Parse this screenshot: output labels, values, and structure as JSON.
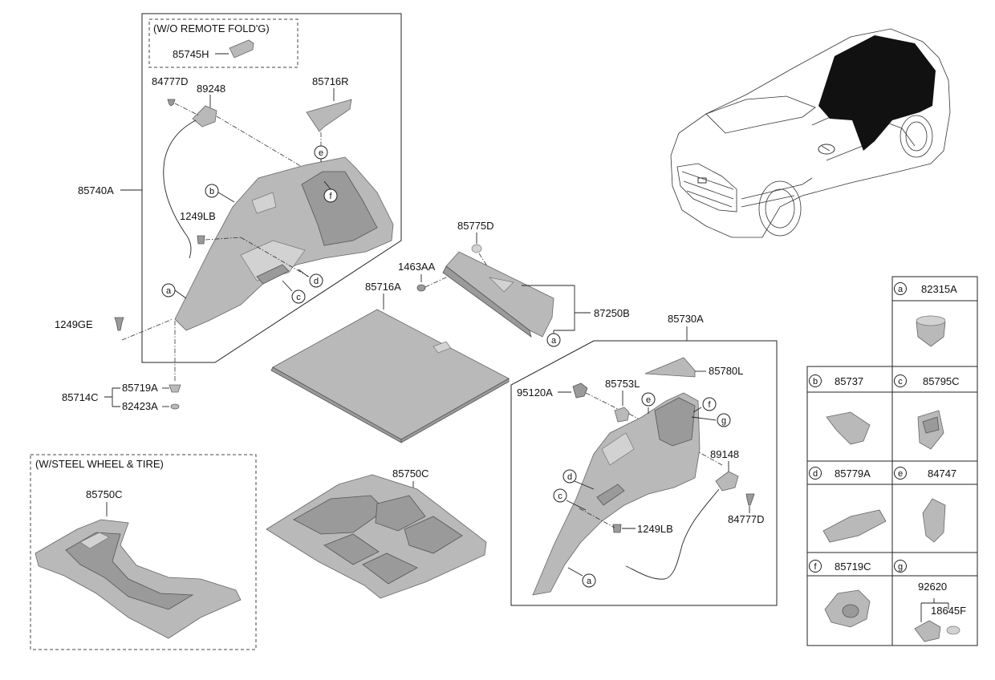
{
  "group_labels": {
    "wo_remote": "(W/O REMOTE FOLD'G)",
    "steel_wheel": "(W/STEEL WHEEL & TIRE)"
  },
  "parts": {
    "p85745H": "85745H",
    "p84777D_l": "84777D",
    "p89248": "89248",
    "p85716R": "85716R",
    "p85740A": "85740A",
    "p1249LB_l": "1249LB",
    "p1249GE": "1249GE",
    "p85714C": "85714C",
    "p85719A": "85719A",
    "p82423A": "82423A",
    "p85775D": "85775D",
    "p1463AA": "1463AA",
    "p85716A": "85716A",
    "p87250B": "87250B",
    "p85730A": "85730A",
    "p85780L": "85780L",
    "p95120A": "95120A",
    "p85753L": "85753L",
    "p89148": "89148",
    "p84777D_r": "84777D",
    "p1249LB_r": "1249LB",
    "p85750C_l": "85750C",
    "p85750C_m": "85750C"
  },
  "callouts": {
    "a": "a",
    "b": "b",
    "c": "c",
    "d": "d",
    "e": "e",
    "f": "f",
    "g": "g"
  },
  "legend": [
    {
      "letter": "a",
      "part": "82315A",
      "icon": "push-clip-icon"
    },
    {
      "letter": "b",
      "part": "85737",
      "icon": "spring-clip-icon"
    },
    {
      "letter": "c",
      "part": "85795C",
      "icon": "tie-down-hook-icon"
    },
    {
      "letter": "d",
      "part": "85779A",
      "icon": "vent-grille-icon"
    },
    {
      "letter": "e",
      "part": "84747",
      "icon": "bracket-clip-icon"
    },
    {
      "letter": "f",
      "part": "85719C",
      "icon": "cap-plug-icon"
    },
    {
      "letter": "g",
      "part": "",
      "sub_parts": [
        "92620",
        "18645F"
      ],
      "icon": "lamp-socket-icon"
    }
  ]
}
